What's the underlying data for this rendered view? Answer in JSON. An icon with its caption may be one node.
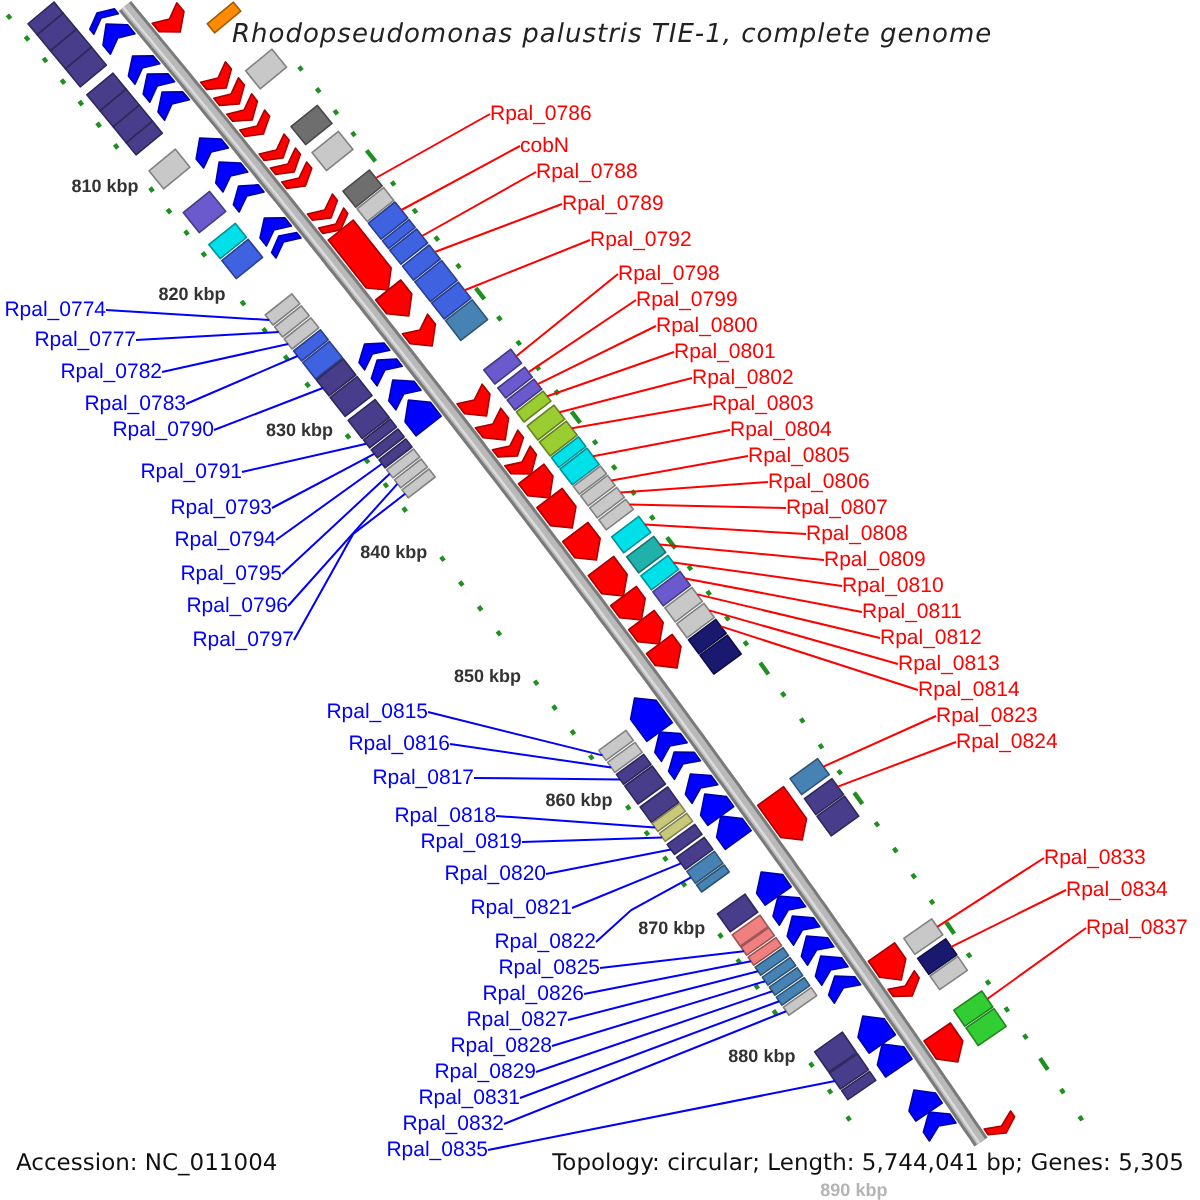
{
  "diagram": {
    "title": "Rhodopseudomonas palustris TIE-1, complete genome",
    "nodes": [
      {
        "text": [
          "Rpal_0786"
        ]
      },
      {
        "text": [
          "cobN"
        ]
      },
      {
        "text": [
          "Rpal_0788"
        ]
      },
      {
        "text": [
          "Rpal_0789"
        ]
      },
      {
        "text": [
          "Rpal_0792"
        ]
      },
      {
        "text": [
          "Rpal_0798"
        ]
      },
      {
        "text": [
          "Rpal_0799"
        ]
      },
      {
        "text": [
          "Rpal_0774"
        ]
      },
      {
        "text": [
          "Rpal_0800"
        ]
      },
      {
        "text": [
          "Rpal_0777"
        ]
      },
      {
        "text": [
          "Rpal_0801"
        ]
      },
      {
        "text": [
          "Rpal_0782"
        ]
      },
      {
        "text": [
          "Rpal_0802"
        ]
      },
      {
        "text": [
          "Rpal_0783"
        ]
      },
      {
        "text": [
          "Rpal_0803"
        ]
      },
      {
        "text": [
          "Rpal_0790"
        ]
      },
      {
        "text": [
          "Rpal_0804"
        ]
      },
      {
        "text": [
          "Rpal_0805"
        ]
      },
      {
        "text": [
          "Rpal_0791"
        ]
      },
      {
        "text": [
          "Rpal_0806"
        ]
      },
      {
        "text": [
          "Rpal_0793"
        ]
      },
      {
        "text": [
          "Rpal_0807"
        ]
      },
      {
        "text": [
          "Rpal_0808"
        ]
      },
      {
        "text": [
          "Rpal_0794"
        ]
      },
      {
        "text": [
          "Rpal_0809"
        ]
      },
      {
        "text": [
          "Rpal_0795"
        ]
      },
      {
        "text": [
          "Rpal_0810"
        ]
      },
      {
        "text": [
          "Rpal_0796"
        ]
      },
      {
        "text": [
          "Rpal_0811"
        ]
      },
      {
        "text": [
          "Rpal_0812"
        ]
      },
      {
        "text": [
          "Rpal_0797"
        ]
      },
      {
        "text": [
          "Rpal_0813"
        ]
      },
      {
        "text": [
          "Rpal_0814"
        ]
      },
      {
        "text": [
          "Rpal_0815"
        ]
      },
      {
        "text": [
          "Rpal_0823"
        ]
      },
      {
        "text": [
          "Rpal_0824"
        ]
      },
      {
        "text": [
          "Rpal_0816"
        ]
      },
      {
        "text": [
          "Rpal_0817"
        ]
      },
      {
        "text": [
          "Rpal_0818"
        ]
      },
      {
        "text": [
          "Rpal_0819"
        ]
      },
      {
        "text": [
          "Rpal_0833"
        ]
      },
      {
        "text": [
          "Rpal_0820"
        ]
      },
      {
        "text": [
          "Rpal_0834"
        ]
      },
      {
        "text": [
          "Rpal_0821"
        ]
      },
      {
        "text": [
          "Rpal_0837"
        ]
      },
      {
        "text": [
          "Rpal_0822"
        ]
      },
      {
        "text": [
          "Rpal_0825"
        ]
      },
      {
        "text": [
          "Rpal_0826"
        ]
      },
      {
        "text": [
          "Rpal_0827"
        ]
      },
      {
        "text": [
          "Rpal_0828"
        ]
      },
      {
        "text": [
          "Rpal_0829"
        ]
      },
      {
        "text": [
          "Rpal_0831"
        ]
      },
      {
        "text": [
          "Rpal_0832"
        ]
      },
      {
        "text": [
          "Rpal_0835"
        ]
      },
      {
        "text": [],
        "shape": "box"
      },
      {
        "text": [],
        "shape": "box"
      },
      {
        "text": [],
        "shape": "box"
      },
      {
        "text": [],
        "shape": "box"
      },
      {
        "text": [],
        "shape": "box"
      },
      {
        "text": [],
        "shape": "box"
      },
      {
        "text": [],
        "shape": "box"
      },
      {
        "text": [],
        "shape": "box"
      },
      {
        "text": [],
        "shape": "box"
      },
      {
        "text": [],
        "shape": "box"
      },
      {
        "text": [],
        "shape": "box"
      },
      {
        "text": [],
        "shape": "box"
      },
      {
        "text": [],
        "shape": "box"
      },
      {
        "text": [],
        "shape": "box"
      },
      {
        "text": [],
        "shape": "box"
      },
      {
        "text": [],
        "shape": "box"
      },
      {
        "text": [],
        "shape": "box"
      },
      {
        "text": [],
        "shape": "box"
      },
      {
        "text": [],
        "shape": "box"
      },
      {
        "text": [],
        "shape": "box"
      },
      {
        "text": [],
        "shape": "box"
      },
      {
        "text": [],
        "shape": "box"
      },
      {
        "text": [],
        "shape": "box"
      },
      {
        "text": [],
        "shape": "box"
      },
      {
        "text": [],
        "shape": "box"
      },
      {
        "text": [],
        "shape": "box"
      },
      {
        "text": [],
        "shape": "box"
      },
      {
        "text": [],
        "shape": "box"
      },
      {
        "text": [],
        "shape": "box"
      },
      {
        "text": [],
        "shape": "box"
      },
      {
        "text": [],
        "shape": "box"
      },
      {
        "text": [],
        "shape": "box"
      },
      {
        "text": [],
        "shape": "box"
      },
      {
        "text": [],
        "shape": "box"
      },
      {
        "text": [],
        "shape": "box"
      },
      {
        "text": [],
        "shape": "box"
      },
      {
        "text": [],
        "shape": "box"
      },
      {
        "text": [],
        "shape": "box"
      },
      {
        "text": [],
        "shape": "box"
      },
      {
        "text": [],
        "shape": "box"
      },
      {
        "text": [],
        "shape": "box"
      },
      {
        "text": [],
        "shape": "box"
      },
      {
        "text": [],
        "shape": "box"
      },
      {
        "text": [],
        "shape": "box"
      },
      {
        "text": [],
        "shape": "box"
      },
      {
        "text": [],
        "shape": "box"
      },
      {
        "text": [],
        "shape": "box"
      },
      {
        "text": [],
        "shape": "box"
      },
      {
        "text": [],
        "shape": "box"
      },
      {
        "text": [],
        "shape": "box"
      },
      {
        "text": [],
        "shape": "box"
      },
      {
        "text": [],
        "shape": "box"
      },
      {
        "text": [],
        "shape": "box"
      },
      {
        "text": [],
        "shape": "box"
      },
      {
        "text": [],
        "shape": "box"
      },
      {
        "text": [],
        "shape": "box"
      },
      {
        "text": [],
        "shape": "box"
      },
      {
        "text": [],
        "shape": "box"
      },
      {
        "text": [],
        "shape": "box"
      },
      {
        "text": [],
        "shape": "box"
      },
      {
        "text": [],
        "shape": "box"
      },
      {
        "text": [],
        "shape": "box"
      },
      {
        "text": [],
        "shape": "box"
      },
      {
        "text": [],
        "shape": "box"
      },
      {
        "text": [],
        "shape": "box"
      },
      {
        "text": [],
        "shape": "box"
      },
      {
        "text": [],
        "shape": "box"
      },
      {
        "text": [],
        "shape": "box"
      },
      {
        "text": [],
        "shape": "box"
      },
      {
        "text": [],
        "shape": "box"
      },
      {
        "text": [],
        "shape": "box"
      },
      {
        "text": [],
        "shape": "box"
      },
      {
        "text": [],
        "shape": "box"
      },
      {
        "text": [],
        "shape": "box"
      },
      {
        "text": [],
        "shape": "box"
      },
      {
        "text": [],
        "shape": "box"
      },
      {
        "text": [],
        "shape": "box"
      },
      {
        "text": [],
        "shape": "box"
      },
      {
        "text": [],
        "shape": "box"
      },
      {
        "text": [],
        "shape": "box"
      },
      {
        "text": [],
        "shape": "box"
      },
      {
        "text": [],
        "shape": "box"
      },
      {
        "text": [],
        "shape": "box"
      },
      {
        "text": [],
        "shape": "box"
      },
      {
        "text": [],
        "shape": "box"
      },
      {
        "text": [],
        "shape": "box"
      },
      {
        "text": [],
        "shape": "box"
      },
      {
        "text": [],
        "shape": "box"
      },
      {
        "text": [],
        "shape": "box"
      },
      {
        "text": [],
        "shape": "box"
      }
    ],
    "edges": [
      {
        "from": 0,
        "to": 107,
        "arrow": "none",
        "color": "#ff0000"
      },
      {
        "from": 1,
        "to": 109,
        "arrow": "none",
        "color": "#ff0000"
      },
      {
        "from": 2,
        "to": 111,
        "arrow": "none",
        "color": "#ff0000"
      },
      {
        "from": 3,
        "to": 112,
        "arrow": "none",
        "color": "#ff0000"
      },
      {
        "from": 4,
        "to": 114,
        "arrow": "none",
        "color": "#ff0000"
      },
      {
        "from": 5,
        "to": 116,
        "arrow": "none",
        "color": "#ff0000"
      },
      {
        "from": 6,
        "to": 117,
        "arrow": "none",
        "color": "#ff0000"
      },
      {
        "from": 7,
        "to": 66,
        "arrow": "none",
        "color": "#0000ff"
      },
      {
        "from": 8,
        "to": 118,
        "arrow": "none",
        "color": "#ff0000"
      },
      {
        "from": 9,
        "to": 67,
        "arrow": "none",
        "color": "#0000ff"
      },
      {
        "from": 10,
        "to": 119,
        "arrow": "none",
        "color": "#ff0000"
      },
      {
        "from": 11,
        "to": 68,
        "arrow": "none",
        "color": "#0000ff"
      },
      {
        "from": 12,
        "to": 120,
        "arrow": "none",
        "color": "#ff0000"
      },
      {
        "from": 13,
        "to": 69,
        "arrow": "none",
        "color": "#0000ff"
      },
      {
        "from": 14,
        "to": 121,
        "arrow": "none",
        "color": "#ff0000"
      },
      {
        "from": 15,
        "to": 71,
        "arrow": "none",
        "color": "#0000ff"
      },
      {
        "from": 16,
        "to": 123,
        "arrow": "none",
        "color": "#ff0000"
      },
      {
        "from": 17,
        "to": 125,
        "arrow": "none",
        "color": "#ff0000"
      },
      {
        "from": 18,
        "to": 74,
        "arrow": "none",
        "color": "#0000ff"
      },
      {
        "from": 19,
        "to": 126,
        "arrow": "none",
        "color": "#ff0000"
      },
      {
        "from": 20,
        "to": 75,
        "arrow": "none",
        "color": "#0000ff"
      },
      {
        "from": 21,
        "to": 127,
        "arrow": "none",
        "color": "#ff0000"
      },
      {
        "from": 22,
        "to": 128,
        "arrow": "none",
        "color": "#ff0000"
      },
      {
        "from": 23,
        "to": 76,
        "arrow": "none",
        "color": "#0000ff"
      },
      {
        "from": 24,
        "to": 129,
        "arrow": "none",
        "color": "#ff0000"
      },
      {
        "from": 25,
        "to": 77,
        "arrow": "none",
        "color": "#0000ff"
      },
      {
        "from": 26,
        "to": 130,
        "arrow": "none",
        "color": "#ff0000"
      },
      {
        "from": 27,
        "to": 78,
        "arrow": "none",
        "color": "#0000ff"
      },
      {
        "from": 28,
        "to": 131,
        "arrow": "none",
        "color": "#ff0000"
      },
      {
        "from": 29,
        "to": 132,
        "arrow": "none",
        "color": "#ff0000"
      },
      {
        "from": 30,
        "to": 79,
        "arrow": "none",
        "color": "#0000ff"
      },
      {
        "from": 31,
        "to": 133,
        "arrow": "none",
        "color": "#ff0000"
      },
      {
        "from": 32,
        "to": 134,
        "arrow": "none",
        "color": "#ff0000"
      },
      {
        "from": 33,
        "to": 80,
        "arrow": "none",
        "color": "#0000ff"
      },
      {
        "from": 34,
        "to": 136,
        "arrow": "none",
        "color": "#ff0000"
      },
      {
        "from": 35,
        "to": 137,
        "arrow": "none",
        "color": "#ff0000"
      },
      {
        "from": 36,
        "to": 81,
        "arrow": "none",
        "color": "#0000ff"
      },
      {
        "from": 37,
        "to": 82,
        "arrow": "none",
        "color": "#0000ff"
      },
      {
        "from": 38,
        "to": 85,
        "arrow": "none",
        "color": "#0000ff"
      },
      {
        "from": 39,
        "to": 86,
        "arrow": "none",
        "color": "#0000ff"
      },
      {
        "from": 40,
        "to": 139,
        "arrow": "none",
        "color": "#ff0000"
      },
      {
        "from": 41,
        "to": 87,
        "arrow": "none",
        "color": "#0000ff"
      },
      {
        "from": 42,
        "to": 140,
        "arrow": "none",
        "color": "#ff0000"
      },
      {
        "from": 43,
        "to": 88,
        "arrow": "none",
        "color": "#0000ff"
      },
      {
        "from": 44,
        "to": 142,
        "arrow": "none",
        "color": "#ff0000"
      },
      {
        "from": 45,
        "to": 89,
        "arrow": "none",
        "color": "#0000ff"
      },
      {
        "from": 46,
        "to": 93,
        "arrow": "none",
        "color": "#0000ff"
      },
      {
        "from": 47,
        "to": 94,
        "arrow": "none",
        "color": "#0000ff"
      },
      {
        "from": 48,
        "to": 95,
        "arrow": "none",
        "color": "#0000ff"
      },
      {
        "from": 49,
        "to": 96,
        "arrow": "none",
        "color": "#0000ff"
      },
      {
        "from": 50,
        "to": 97,
        "arrow": "none",
        "color": "#0000ff"
      },
      {
        "from": 51,
        "to": 98,
        "arrow": "none",
        "color": "#0000ff"
      },
      {
        "from": 52,
        "to": 99,
        "arrow": "none",
        "color": "#0000ff"
      },
      {
        "from": 53,
        "to": 101,
        "arrow": "none",
        "color": "#0000ff"
      }
    ],
    "labels": [
      "810 kbp",
      "820 kbp",
      "830 kbp",
      "840 kbp",
      "850 kbp",
      "860 kbp",
      "870 kbp",
      "880 kbp",
      "Accession: NC_011004",
      "Topology: circular; Length: 5,744,041 bp; Genes: 5,305",
      "890 kbp"
    ]
  }
}
